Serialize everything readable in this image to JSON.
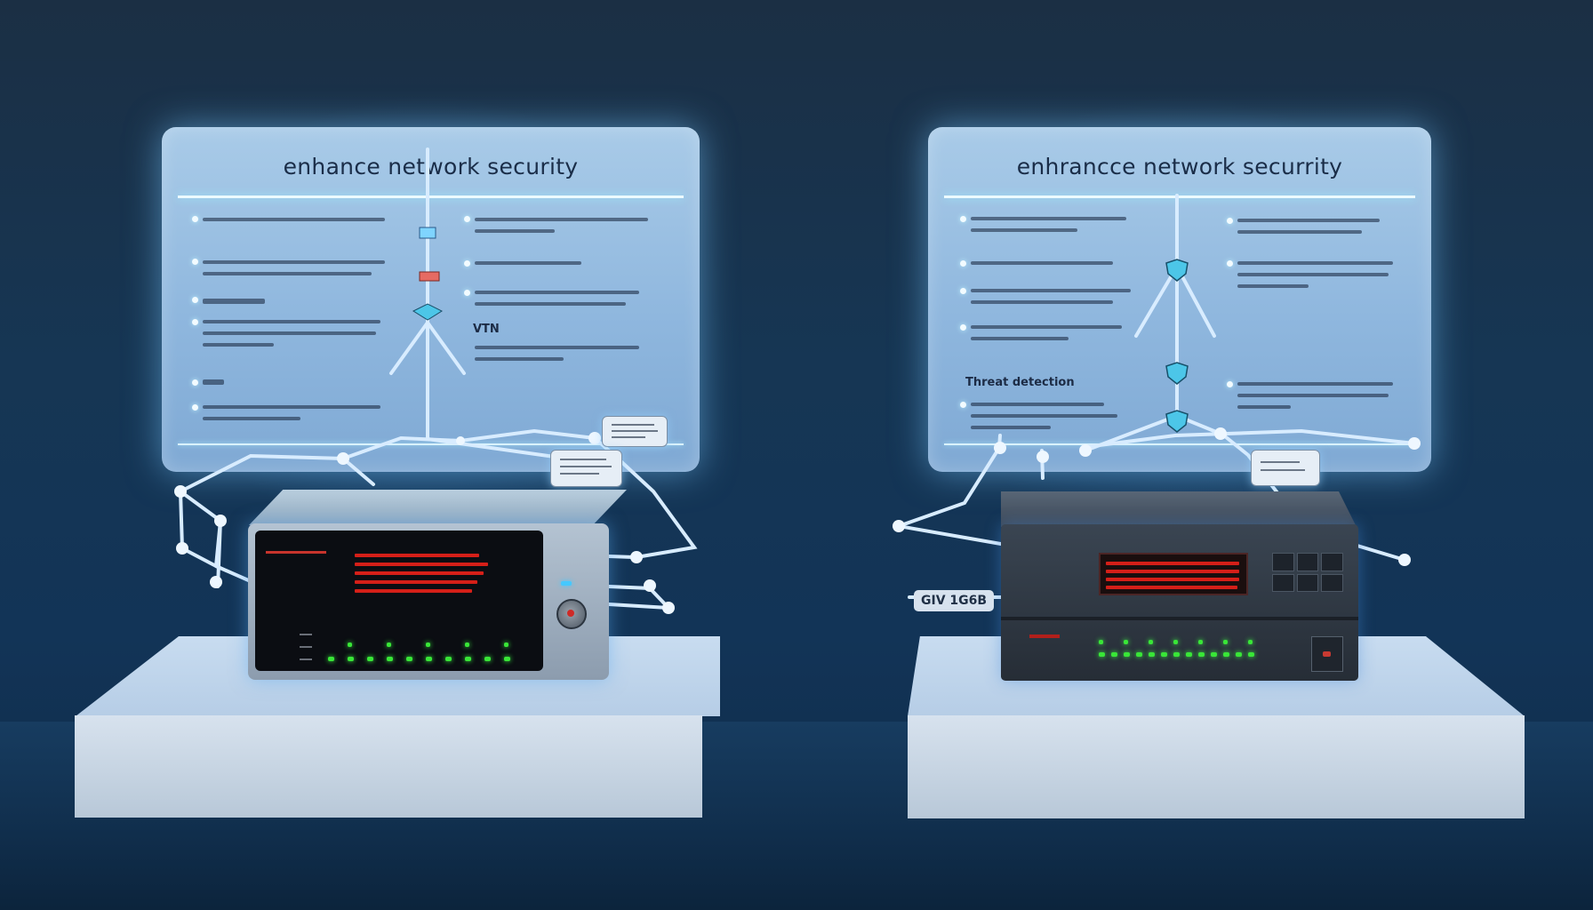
{
  "panels": {
    "left": {
      "title": "enhance network security",
      "headings": [
        "VTN"
      ]
    },
    "right": {
      "title": "enhrancce network securrity",
      "headings": [
        "Threat detection"
      ]
    }
  },
  "device_right_tag": "GIV 1G6B",
  "colors": {
    "background": "#163654",
    "panel": "#9fc3e4",
    "glow": "#9ff0ff",
    "led_green": "#39e637",
    "screen_red": "#d51f18"
  },
  "icons": [
    "shield-icon",
    "laptop-icon",
    "network-node-icon"
  ]
}
